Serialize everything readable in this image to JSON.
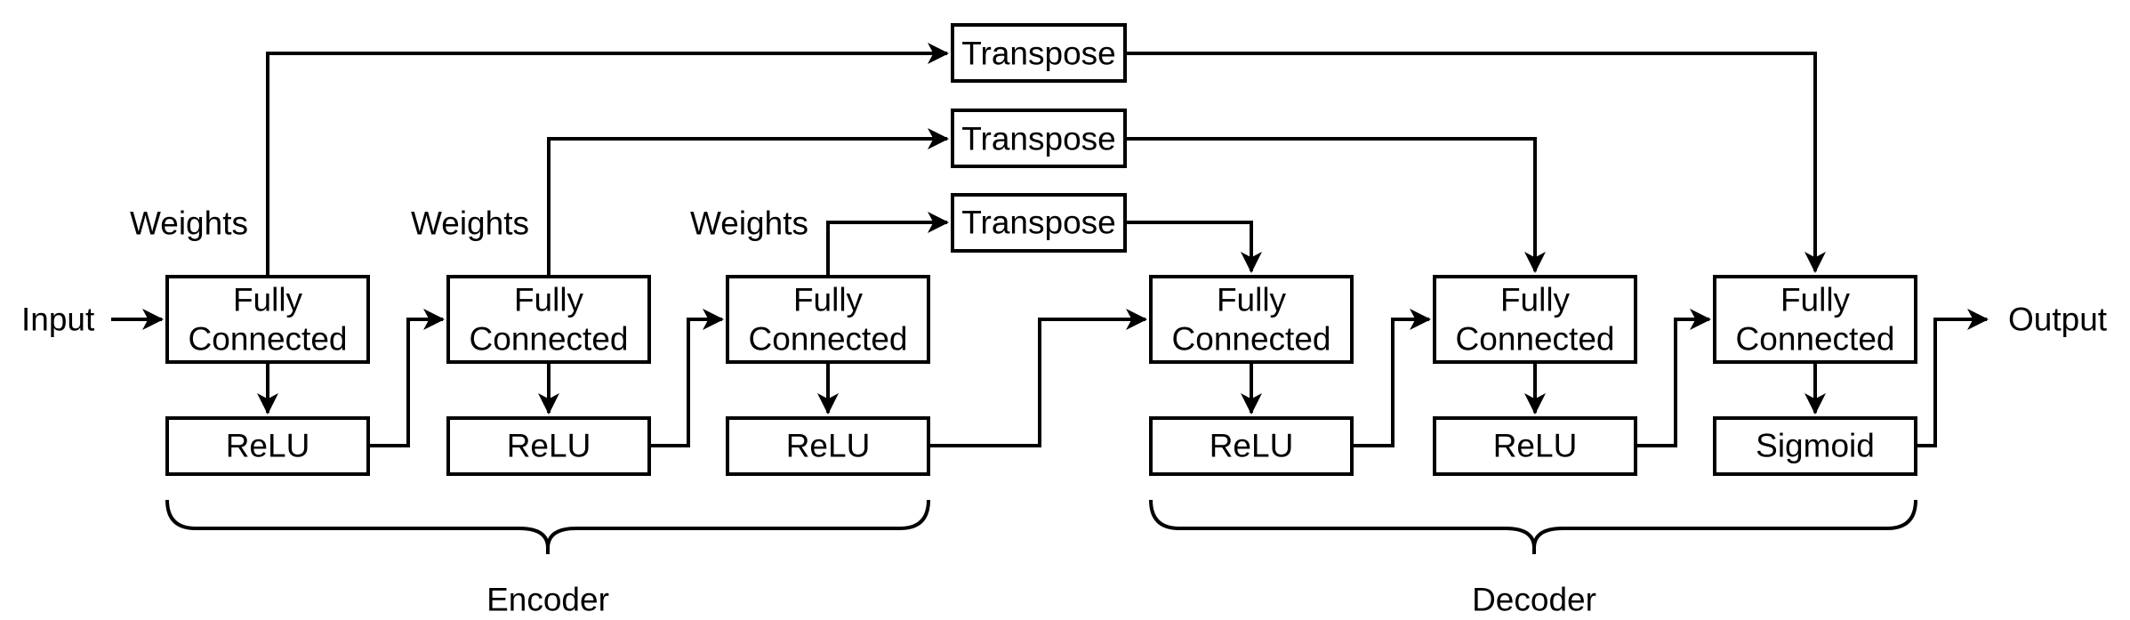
{
  "colors": {
    "ink": "#000000",
    "background": "#ffffff",
    "box_fill": "#ffffff"
  },
  "io": {
    "input_label": "Input",
    "output_label": "Output"
  },
  "weights_labels": [
    "Weights",
    "Weights",
    "Weights"
  ],
  "transpose_blocks": [
    "Transpose",
    "Transpose",
    "Transpose"
  ],
  "encoder": {
    "label": "Encoder",
    "layers": [
      {
        "type_line1": "Fully",
        "type_line2": "Connected",
        "activation": "ReLU"
      },
      {
        "type_line1": "Fully",
        "type_line2": "Connected",
        "activation": "ReLU"
      },
      {
        "type_line1": "Fully",
        "type_line2": "Connected",
        "activation": "ReLU"
      }
    ]
  },
  "decoder": {
    "label": "Decoder",
    "layers": [
      {
        "type_line1": "Fully",
        "type_line2": "Connected",
        "activation": "ReLU"
      },
      {
        "type_line1": "Fully",
        "type_line2": "Connected",
        "activation": "ReLU"
      },
      {
        "type_line1": "Fully",
        "type_line2": "Connected",
        "activation": "Sigmoid"
      }
    ]
  }
}
